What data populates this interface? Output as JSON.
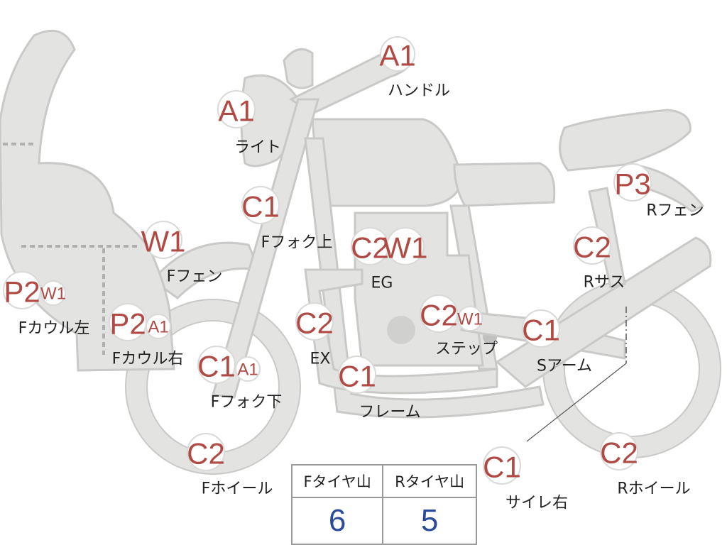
{
  "parts": [
    {
      "id": "handle",
      "grade": "A1",
      "label": "ハンドル"
    },
    {
      "id": "light",
      "grade": "A1",
      "label": "ライト"
    },
    {
      "id": "f-fork-upper",
      "grade": "C1",
      "label": "Fフォク上"
    },
    {
      "id": "f-fender",
      "grade": "W1",
      "label": "Fフェン"
    },
    {
      "id": "f-cowl-left",
      "grades": [
        "P2",
        "W1"
      ],
      "label": "Fカウル左"
    },
    {
      "id": "f-cowl-right",
      "grades": [
        "P2",
        "A1"
      ],
      "label": "Fカウル右"
    },
    {
      "id": "engine",
      "grades": [
        "C2",
        "W1"
      ],
      "label": "EG"
    },
    {
      "id": "exhaust",
      "grade": "C2",
      "label": "EX"
    },
    {
      "id": "f-fork-lower",
      "grades": [
        "C1",
        "A1"
      ],
      "label": "Fフォク下"
    },
    {
      "id": "frame",
      "grade": "C1",
      "label": "フレーム"
    },
    {
      "id": "step",
      "grades": [
        "C2",
        "W1"
      ],
      "label": "ステップ"
    },
    {
      "id": "s-arm",
      "grade": "C1",
      "label": "Sアーム"
    },
    {
      "id": "r-suspension",
      "grade": "C2",
      "label": "Rサス"
    },
    {
      "id": "r-fender",
      "grade": "P3",
      "label": "Rフェン"
    },
    {
      "id": "f-wheel",
      "grade": "C2",
      "label": "Fホイール"
    },
    {
      "id": "silencer-right",
      "grade": "C1",
      "label": "サイレ右"
    },
    {
      "id": "r-wheel",
      "grade": "C2",
      "label": "Rホイール"
    }
  ],
  "tread_table": {
    "front_label": "Fタイヤ山",
    "rear_label": "Rタイヤ山",
    "front_value": "6",
    "rear_value": "5"
  },
  "colors": {
    "grade_text": "#b04a45",
    "tread_value": "#2a4a9a",
    "body_fill": "#e3e3e1"
  }
}
